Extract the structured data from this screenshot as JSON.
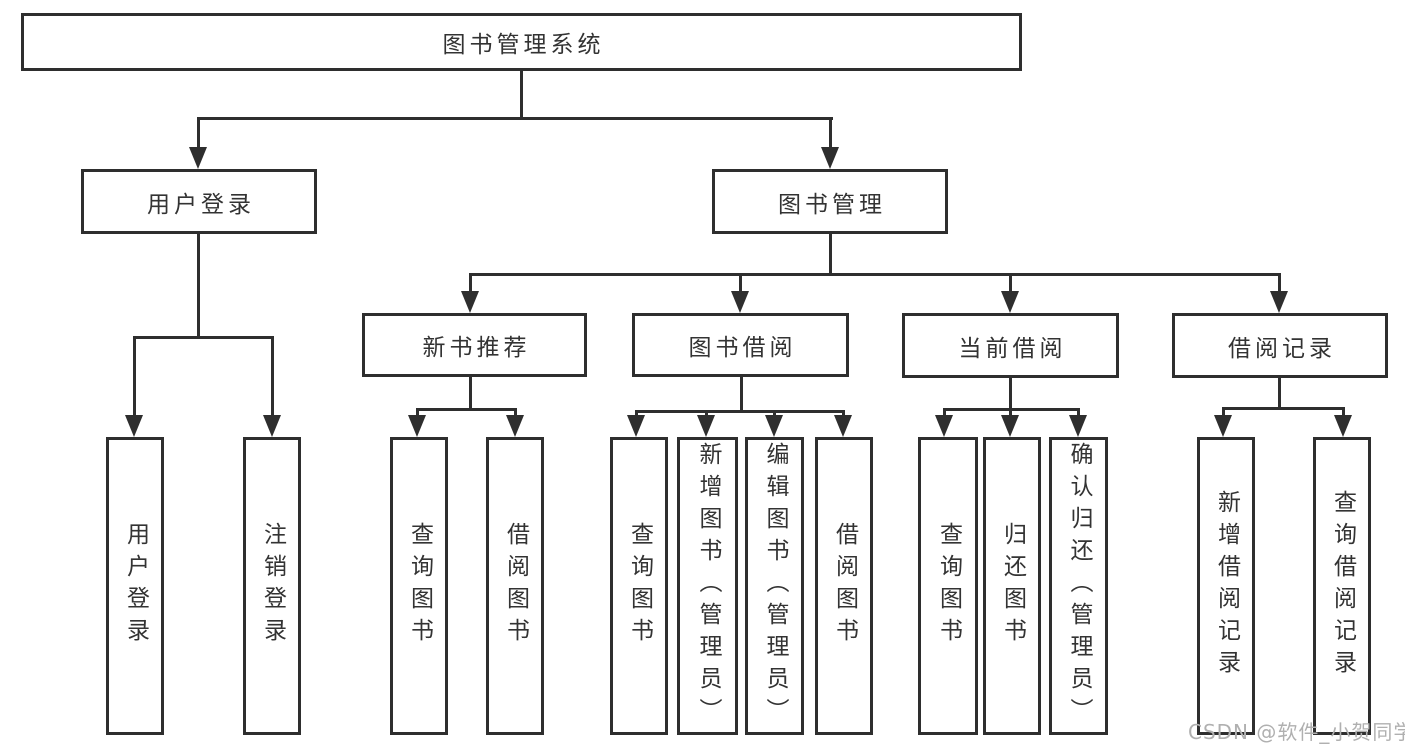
{
  "diagram_title": "图书管理系统",
  "watermark": "CSDN @软件_小贺同学",
  "colors": {
    "line": "#2e2e2e",
    "text": "#333333",
    "background": "#ffffff",
    "watermark": "#b0b0b0"
  },
  "tree": {
    "root": "图书管理系统",
    "children": [
      {
        "label": "用户登录",
        "children": [
          {
            "label": "用户登录"
          },
          {
            "label": "注销登录"
          }
        ]
      },
      {
        "label": "图书管理",
        "children": [
          {
            "label": "新书推荐",
            "children": [
              {
                "label": "查询图书"
              },
              {
                "label": "借阅图书"
              }
            ]
          },
          {
            "label": "图书借阅",
            "children": [
              {
                "label": "查询图书"
              },
              {
                "label": "新增图书（管理员）"
              },
              {
                "label": "编辑图书（管理员）"
              },
              {
                "label": "借阅图书"
              }
            ]
          },
          {
            "label": "当前借阅",
            "children": [
              {
                "label": "查询图书"
              },
              {
                "label": "归还图书"
              },
              {
                "label": "确认归还（管理员）"
              }
            ]
          },
          {
            "label": "借阅记录",
            "children": [
              {
                "label": "新增借阅记录"
              },
              {
                "label": "查询借阅记录"
              }
            ]
          }
        ]
      }
    ]
  }
}
